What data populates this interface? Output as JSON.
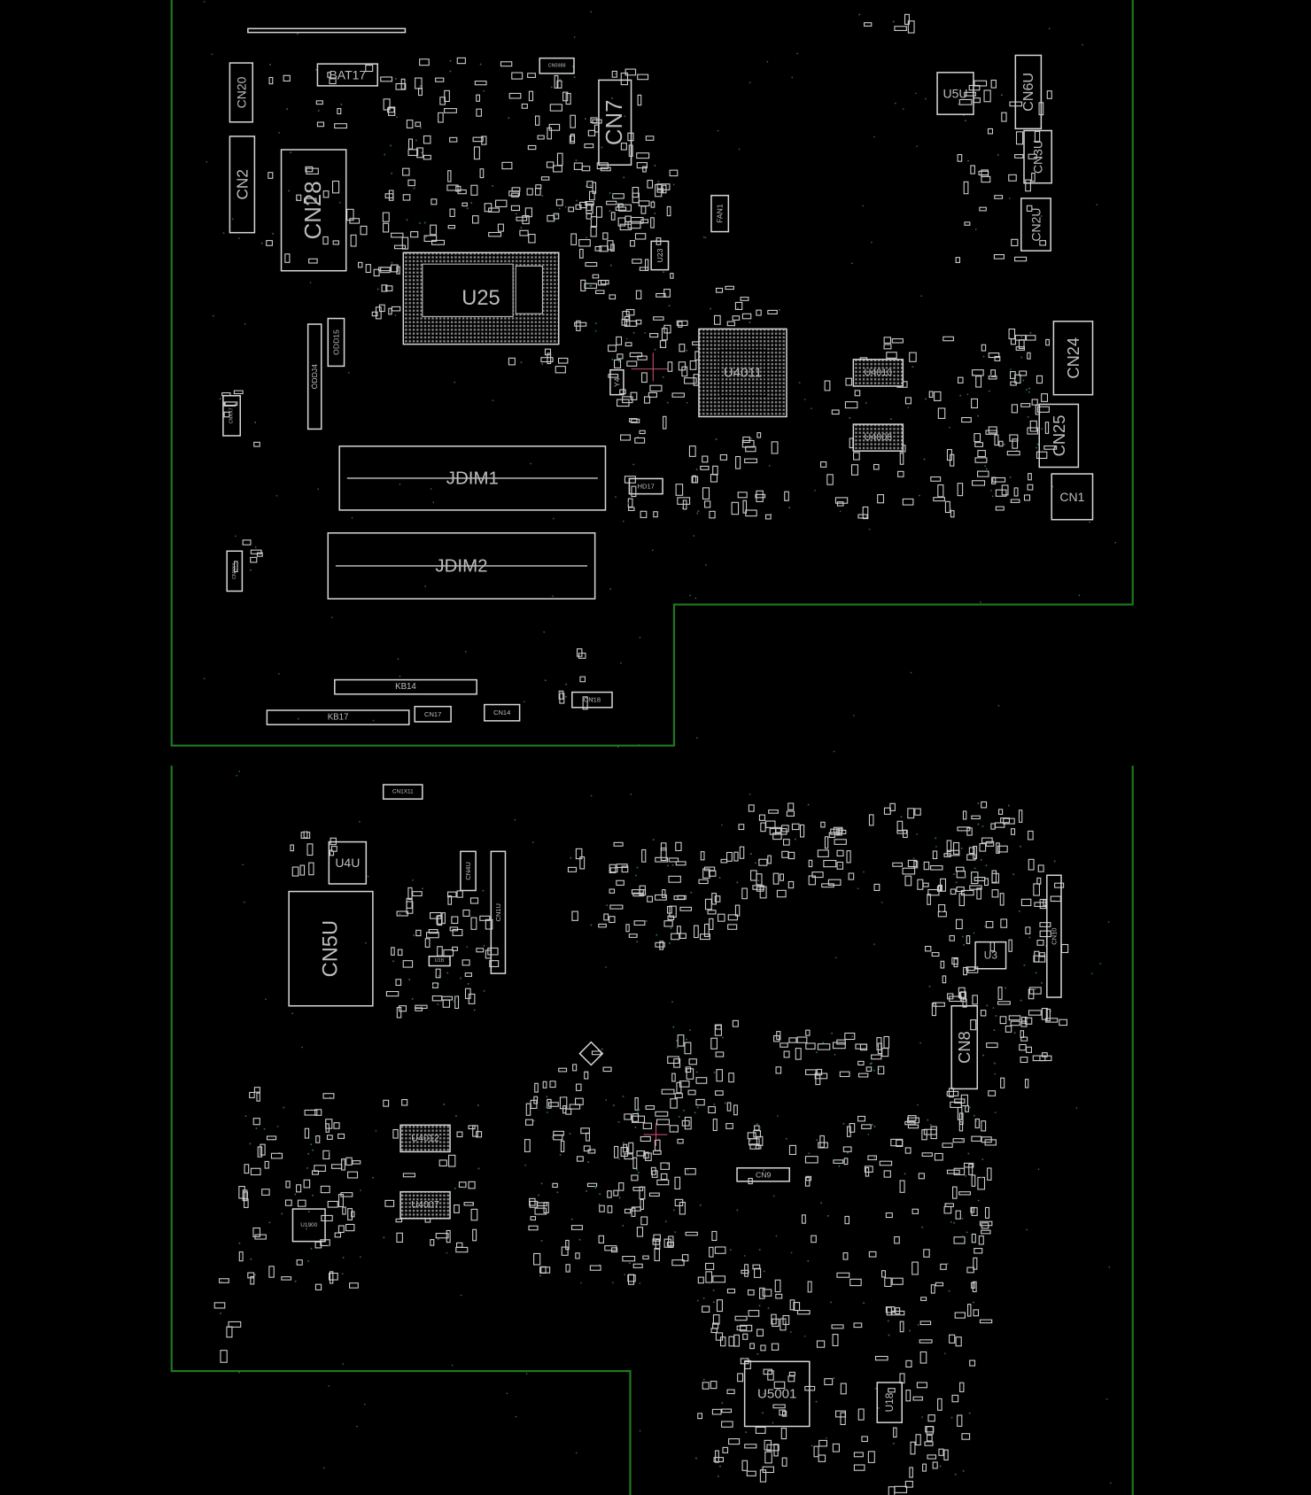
{
  "viewer": {
    "colors": {
      "background": "#000000",
      "board_edge": "#1f7a1f",
      "outline": "#d6d6d6",
      "label": "#bdbdbd",
      "marker": "#c0506a"
    }
  },
  "components": {
    "cn20": "CN20",
    "cn2": "CN2",
    "cn28": "CN28",
    "bat17": "BAT17",
    "cn5988": "CN5988",
    "cn7": "CN7",
    "u25": "U25",
    "u23": "U23",
    "y4": "Y4",
    "odd15": "ODD15",
    "oddj4": "ODDJ4",
    "cnxx7": "CNXX7",
    "fan1": "FAN1",
    "u5u": "U5U",
    "cn6u": "CN6U",
    "cn3u": "CN3U",
    "cn2u": "CN2U",
    "u4011": "U4011",
    "u4010": "U4010",
    "u4008": "U4008",
    "cn24": "CN24",
    "cn25": "CN25",
    "cn1": "CN1",
    "hd17": "HD17",
    "jdim1": "JDIM1",
    "jdim2": "JDIM2",
    "cnxx4": "CNXX4",
    "kb14": "KB14",
    "kb17": "KB17",
    "cn17": "CN17",
    "cn14": "CN14",
    "cn18": "CN18",
    "cn1x11": "CN1X11",
    "u4u": "U4U",
    "cn5u": "CN5U",
    "cn4u": "CN4U",
    "cn1u": "CN1U",
    "u1u": "U1U",
    "u4012": "U4012",
    "u4007": "U4007",
    "u1900": "U1900",
    "u3": "U3",
    "cn10": "CN10",
    "cn8": "CN8",
    "cn9": "CN9",
    "u5001": "U5001",
    "u18": "U18"
  }
}
